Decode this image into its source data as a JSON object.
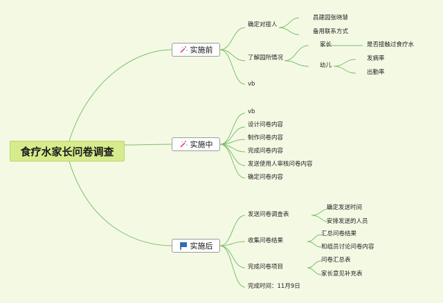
{
  "root": "食疗水家长问卷调查",
  "phases": {
    "before": {
      "label": "实施前",
      "icon": "magic-wand-icon",
      "items": {
        "confirm": "确定对接人",
        "confirm_c1": "昌建园张晓慧",
        "confirm_c2": "备用联系方式",
        "survey": "了解园所情况",
        "parents": "家长",
        "parents_c1": "是否接触过食疗水",
        "kids": "幼儿",
        "kids_c1": "发病率",
        "kids_c2": "出勤率",
        "vb": "vb"
      }
    },
    "during": {
      "label": "实施中",
      "icon": "magic-wand-icon",
      "items": [
        "vb",
        "设计问卷内容",
        "制作问卷内容",
        "完成问卷内容",
        "发送使用人审核问卷内容",
        "确定问卷内容"
      ]
    },
    "after": {
      "label": "实施后",
      "icon": "flag-icon",
      "items": {
        "send": "发送问卷调查表",
        "send_c1": "确定发送时间",
        "send_c2": "安排发送的人员",
        "collect": "收集问卷结果",
        "collect_c1": "汇总问卷结果",
        "collect_c2": "和组员讨论问卷内容",
        "finish": "完成问卷项目",
        "finish_c1": "问卷汇总表",
        "finish_c2": "家长意见补充表",
        "time": "完成时间：11月9日"
      }
    }
  },
  "colors": {
    "background": "#f4f9e4",
    "root_fill": "#d6ec8c",
    "line": "#79c06a",
    "flag": "#2e6fb5",
    "wand": "#e0457a"
  }
}
